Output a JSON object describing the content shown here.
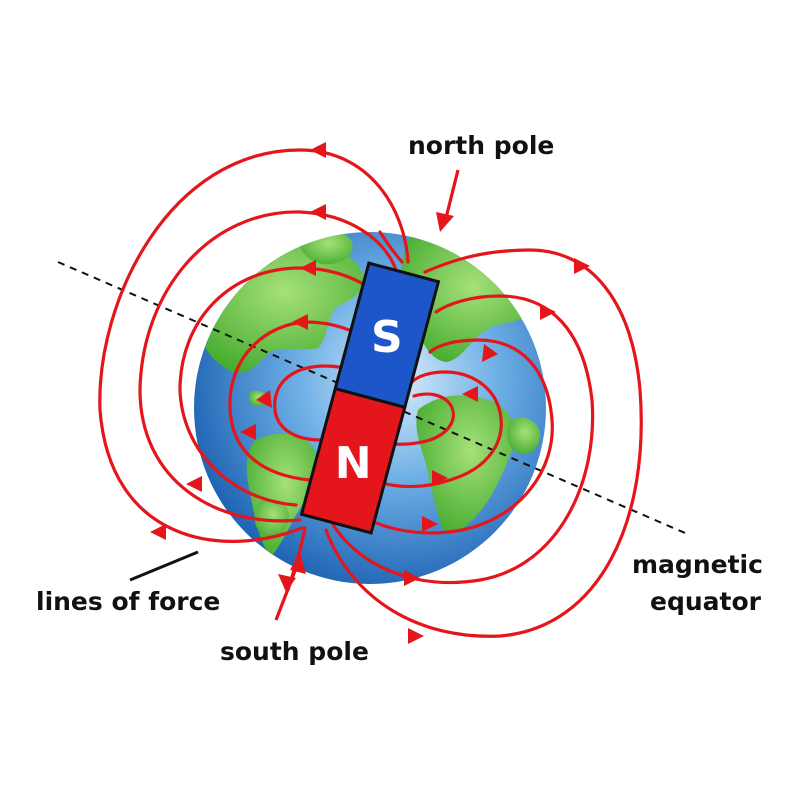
{
  "labels": {
    "north_pole": "north pole",
    "south_pole": "south pole",
    "magnetic": "magnetic",
    "equator": "equator",
    "lines_of_force": "lines of force"
  },
  "magnet": {
    "south_letter": "S",
    "north_letter": "N"
  },
  "colors": {
    "field_lines": "#e4161b",
    "magnet_south": "#1c56c8",
    "magnet_north": "#e4161b",
    "ocean": "#2f78c4",
    "land": "#5cc237",
    "text": "#111111"
  }
}
